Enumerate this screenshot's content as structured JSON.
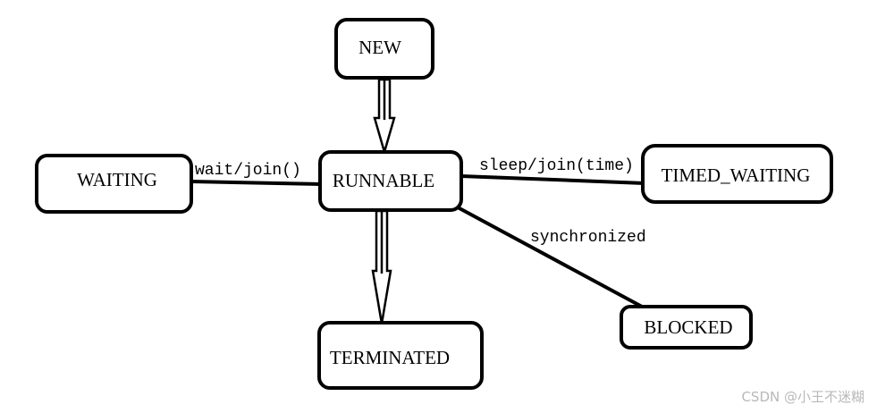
{
  "nodes": {
    "new": "NEW",
    "runnable": "RUNNABLE",
    "waiting": "WAITING",
    "timed_waiting": "TIMED_WAITING",
    "terminated": "TERMINATED",
    "blocked": "BLOCKED"
  },
  "edges": {
    "wait_join": "wait/join()",
    "sleep_join_time": "sleep/join(time)",
    "synchronized": "synchronized"
  },
  "watermark": "CSDN @小王不迷糊",
  "colors": {
    "stroke": "#000000",
    "background": "#ffffff",
    "watermark": "#b8b8b8"
  }
}
